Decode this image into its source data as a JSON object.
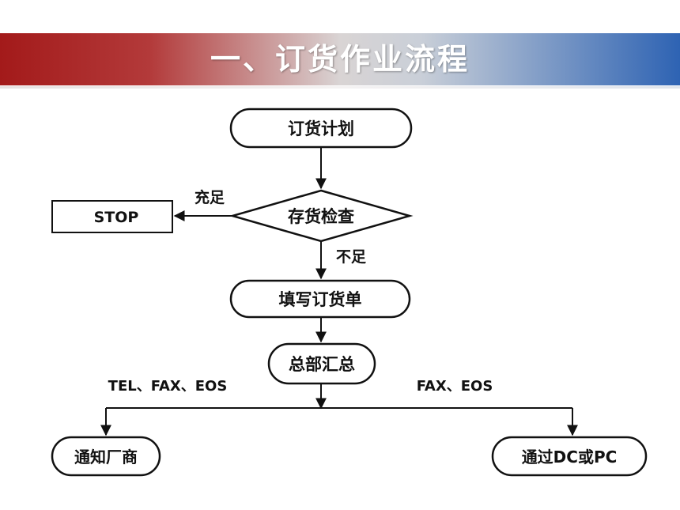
{
  "title": "一、订货作业流程",
  "nodes": {
    "plan": "订货计划",
    "check": "存货检查",
    "stop": "STOP",
    "fill_form": "填写订货单",
    "hq_summary": "总部汇总",
    "notify_vendor": "通知厂商",
    "via_dc_pc": "通过DC或PC"
  },
  "edge_labels": {
    "sufficient": "充足",
    "insufficient": "不足",
    "left_channels": "TEL、FAX、EOS",
    "right_channels": "FAX、EOS"
  }
}
